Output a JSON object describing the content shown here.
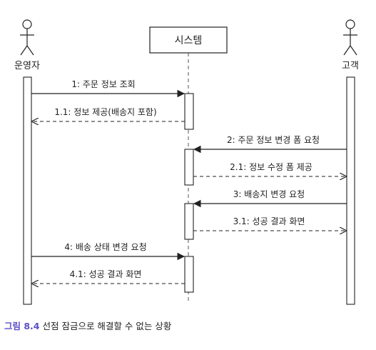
{
  "actors": {
    "operator": "운영자",
    "system": "시스템",
    "customer": "고객"
  },
  "messages": [
    {
      "id": "m1",
      "label": "1: 주문 정보 조회",
      "from": "operator",
      "to": "system",
      "kind": "call"
    },
    {
      "id": "m2",
      "label": "1.1: 정보 제공(배송지 포함)",
      "from": "system",
      "to": "operator",
      "kind": "return"
    },
    {
      "id": "m3",
      "label": "2: 주문 정보 변경 폼 요청",
      "from": "customer",
      "to": "system",
      "kind": "call"
    },
    {
      "id": "m4",
      "label": "2.1: 정보 수정 폼 제공",
      "from": "system",
      "to": "customer",
      "kind": "return"
    },
    {
      "id": "m5",
      "label": "3: 배송지 변경 요청",
      "from": "customer",
      "to": "system",
      "kind": "call"
    },
    {
      "id": "m6",
      "label": "3.1: 성공 결과 화면",
      "from": "system",
      "to": "customer",
      "kind": "return"
    },
    {
      "id": "m7",
      "label": "4: 배송 상태 변경 요청",
      "from": "operator",
      "to": "system",
      "kind": "call"
    },
    {
      "id": "m8",
      "label": "4.1: 성공 결과 화면",
      "from": "system",
      "to": "operator",
      "kind": "return"
    }
  ],
  "caption": {
    "figure": "그림 8.4",
    "text": "선점 잠금으로 해결할 수 없는 상황"
  }
}
